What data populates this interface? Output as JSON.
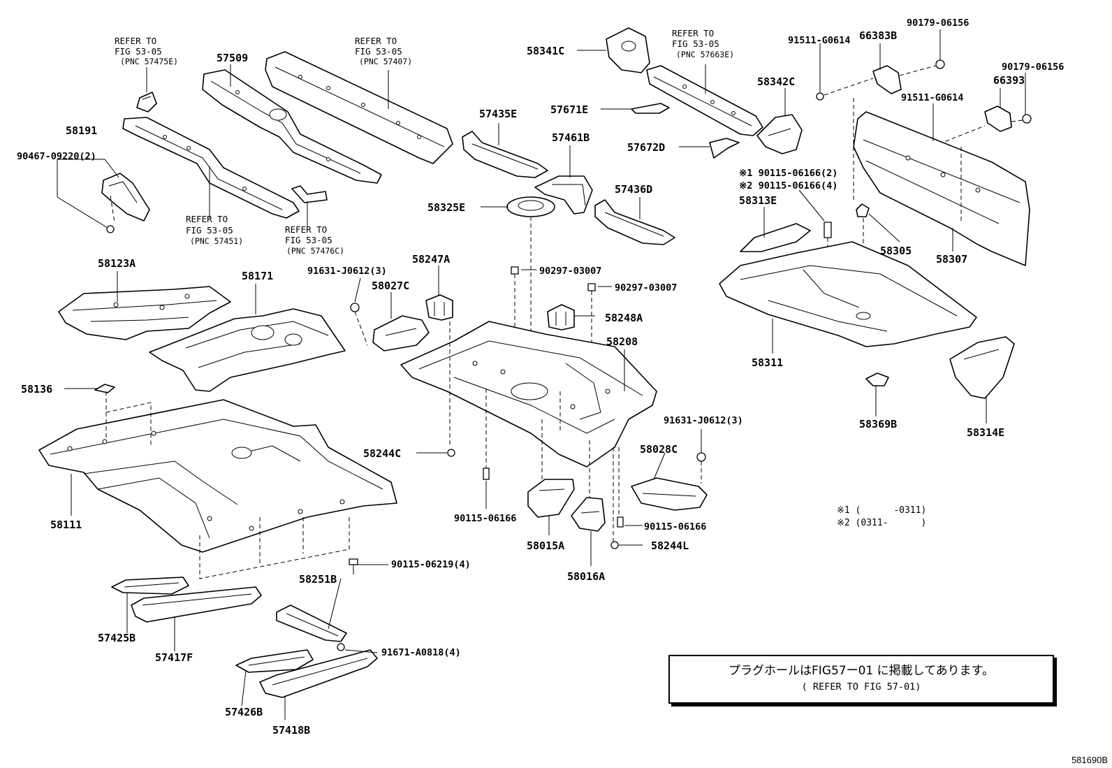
{
  "part_numbers": {
    "p58191": "58191",
    "p90467": "90467-09220(2)",
    "p57509": "57509",
    "p58123A": "58123A",
    "p58171": "58171",
    "p58136": "58136",
    "p58111": "58111",
    "p57425B": "57425B",
    "p57417F": "57417F",
    "p58251B": "58251B",
    "p90115_06219": "90115-06219(4)",
    "p91671": "91671-A0818(4)",
    "p57426B": "57426B",
    "p57418B": "57418B",
    "p57435E": "57435E",
    "p57461B": "57461B",
    "p58325E": "58325E",
    "p91631a": "91631-J0612(3)",
    "p58247A": "58247A",
    "p58027C": "58027C",
    "p90297a": "90297-03007",
    "p90297b": "90297-03007",
    "p58248A": "58248A",
    "p58208": "58208",
    "p58244C": "58244C",
    "p90115a": "90115-06166",
    "p58015A": "58015A",
    "p58016A": "58016A",
    "p58028C": "58028C",
    "p91631b": "91631-J0612(3)",
    "p90115b": "90115-06166",
    "p58244L": "58244L",
    "p58341C": "58341C",
    "p57671E": "57671E",
    "p57672D": "57672D",
    "p57436D": "57436D",
    "p58342C": "58342C",
    "p66383B": "66383B",
    "p90179a": "90179-06156",
    "p91511a": "91511-G0614",
    "p66393": "66393",
    "p90179b": "90179-06156",
    "p91511b": "91511-G0614",
    "p90115_c1": "※1 90115-06166(2)",
    "p90115_c2": "※2 90115-06166(4)",
    "p58313E": "58313E",
    "p58305": "58305",
    "p58307": "58307",
    "p58311": "58311",
    "p58369B": "58369B",
    "p58314E": "58314E"
  },
  "refer_notes": {
    "r1": {
      "l1": "REFER TO",
      "l2": "FIG 53-05",
      "l3": "(PNC 57475E)"
    },
    "r2": {
      "l1": "REFER TO",
      "l2": "FIG 53-05",
      "l3": "(PNC 57407)"
    },
    "r3": {
      "l1": "REFER TO",
      "l2": "FIG 53-05",
      "l3": "(PNC 57451)"
    },
    "r4": {
      "l1": "REFER TO",
      "l2": "FIG 53-05",
      "l3": "(PNC 57476C)"
    },
    "r5": {
      "l1": "REFER TO",
      "l2": "FIG 53-05",
      "l3": "(PNC 57663E)"
    }
  },
  "footnotes": {
    "f1": "※1 (      -0311)",
    "f2": "※2 (0311-      )"
  },
  "legend": {
    "japanese": "プラグホールはFIG57ー01 に掲載してあります。",
    "english": "( REFER TO FIG 57-01)"
  },
  "figure_code": "581690B"
}
